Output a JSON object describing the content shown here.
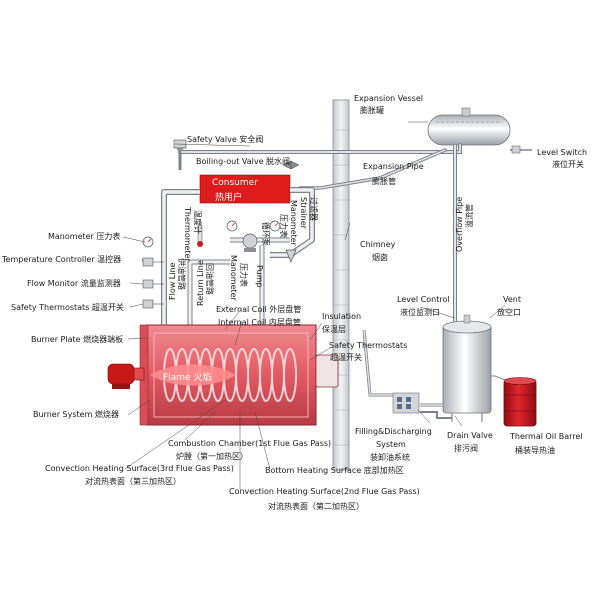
{
  "labels": {
    "expansion_vessel": "Expansion Vessel",
    "expansion_vessel_cn": "膨胀罐",
    "safety_valve": "Safety Valve 安全阀",
    "level_switch": "Level Switch",
    "level_switch_cn": "液位开关",
    "boiling_out_valve": "Boiling-out Valve 脱水阀",
    "expansion_pipe": "Expansion Pipe",
    "expansion_pipe_cn": "膨胀管",
    "consumer": "Consumer",
    "consumer_cn": "热用户",
    "manometer_left": "Manometer 压力表",
    "temperature_controller": "Temperature Controller 温控器",
    "flow_monitor": "Flow Monitor 流量监测器",
    "safety_thermostats_left": "Safety Thermostats 超温开关",
    "burner_plate": "Burner Plate 燃烧器端板",
    "burner_system": "Burner System 燃烧器",
    "chimney": "Chimney",
    "chimney_cn": "烟囱",
    "level_control": "Level Control",
    "level_control_cn": "液位监测口",
    "vent": "Vent",
    "vent_cn": "放空口",
    "overflow_pipe": "Overflow Pipe",
    "overflow_pipe_cn": "溢流管",
    "external_coil": "External Coil 外层盘管",
    "internal_coil": "Internal Coil 内层盘管",
    "insulation": "Insulation",
    "insulation_cn": "保温层",
    "safety_thermostats_right": "Safety Thermostats",
    "safety_thermostats_right_cn": "超温开关",
    "flame": "Flame 火焰",
    "filling_discharging": "Filling&Discharging",
    "filling_discharging_2": "System",
    "filling_discharging_cn": "装卸油系统",
    "drain_valve": "Drain Valve",
    "drain_valve_cn": "排污阀",
    "thermal_oil_barrel": "Thermal Oil  Barrel",
    "thermal_oil_barrel_cn": "桶装导热油",
    "combustion_chamber": "Combustion Chamber(1st Flue Gas Pass)",
    "combustion_chamber_cn": "炉膛（第一加热区）",
    "convection_3rd": "Convection Heating Surface(3rd Flue Gas Pass)",
    "convection_3rd_cn": "对流热表面（第三加热区）",
    "bottom_heating": "Bottom Heating Surface 底部加热区",
    "convection_2nd": "Convection Heating Surface(2nd Flue Gas Pass)",
    "convection_2nd_cn": "对流热表面（第二加热区）",
    "thermometer": "Thermometer",
    "thermometer_cn": "温度计",
    "flow_line": "Flow Line",
    "flow_line_cn": "供油管路",
    "return_line": "Return Line",
    "return_line_cn": "回油管路",
    "manometer_mid": "Manometer",
    "manometer_mid_cn": "压力表",
    "pump": "Pump",
    "pump_cn": "循环泵",
    "strainer": "Strainer",
    "strainer_cn": "过滤器",
    "manometer_right": "Manometer",
    "manometer_right_cn": "压力表"
  },
  "colors": {
    "boiler_shell": "#e25a63",
    "boiler_shell_dark": "#b83a44",
    "consumer_box": "#e01b1b",
    "pipe": "#c9ccd2",
    "pipe_edge": "#7d828a",
    "chimney": "#e4e6ea",
    "oil_barrel": "#c8141c",
    "flame": "#ff8c8c",
    "burner": "#c81818"
  }
}
